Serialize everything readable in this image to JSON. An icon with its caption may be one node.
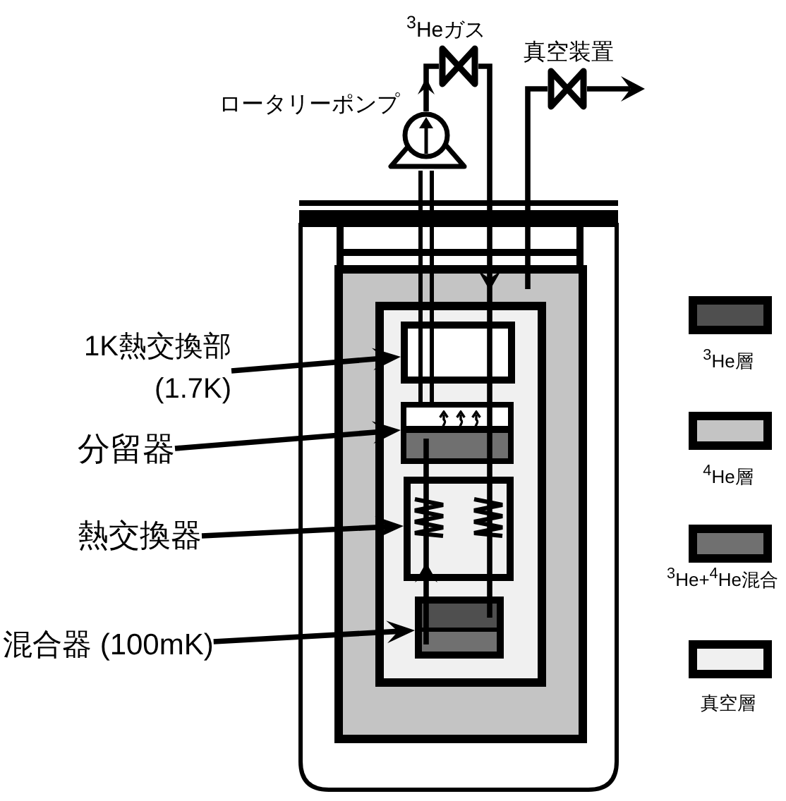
{
  "diagram": {
    "nodes": [
      {
        "text": [],
        "shape": "valve",
        "beside": [
          "$^{3}$Heガス"
        ]
      },
      {
        "text": [],
        "shape": "valve",
        "beside": [
          "真空装置"
        ]
      },
      {
        "text": [],
        "shape": "pump",
        "beside": [
          "ロータリーポンプ"
        ]
      },
      {
        "text": [
          "1K熱交換部 (1.7K)"
        ]
      },
      {
        "text": [
          "分留器"
        ]
      },
      {
        "text": [
          "熱交換器"
        ]
      },
      {
        "text": [
          "混合器 (100mK)"
        ]
      },
      {
        "text": [],
        "shape": "box"
      },
      {
        "text": [],
        "shape": "box"
      },
      {
        "text": [],
        "shape": "box"
      },
      {
        "text": [],
        "shape": "box"
      }
    ],
    "edges": [
      {
        "from": 3,
        "to": 7,
        "arrow": "to"
      },
      {
        "from": 4,
        "to": 8,
        "arrow": "to"
      },
      {
        "from": 5,
        "to": 9,
        "arrow": "to"
      },
      {
        "from": 6,
        "to": 10,
        "arrow": "to"
      },
      {
        "from": 8,
        "to": 7,
        "arrow": "none"
      },
      {
        "from": 7,
        "to": 2,
        "arrow": "none"
      },
      {
        "from": 2,
        "to": 0,
        "arrow": "to"
      },
      {
        "from": 0,
        "to": 7,
        "arrow": "to"
      },
      {
        "from": 7,
        "to": 8,
        "arrow": "none"
      },
      {
        "from": 8,
        "to": 9,
        "arrow": "none"
      },
      {
        "from": 9,
        "to": 10,
        "arrow": "none"
      },
      {
        "from": 10,
        "to": 9,
        "arrow": "to"
      },
      {
        "from": 9,
        "to": 8,
        "arrow": "none"
      },
      {
        "from": null,
        "to": 1,
        "arrow": "none"
      },
      {
        "from": 1,
        "to": null,
        "arrow": "to"
      }
    ],
    "legend": [
      {
        "text": "$^{3}$He層",
        "color": "#4f4f4f"
      },
      {
        "text": "$^{4}$He層",
        "color": "#c4c4c4"
      },
      {
        "text": "$^{3}$He+$^{4}$He混合",
        "color": "#707070"
      },
      {
        "text": "真空層",
        "color": "#f0f0f0"
      }
    ]
  }
}
